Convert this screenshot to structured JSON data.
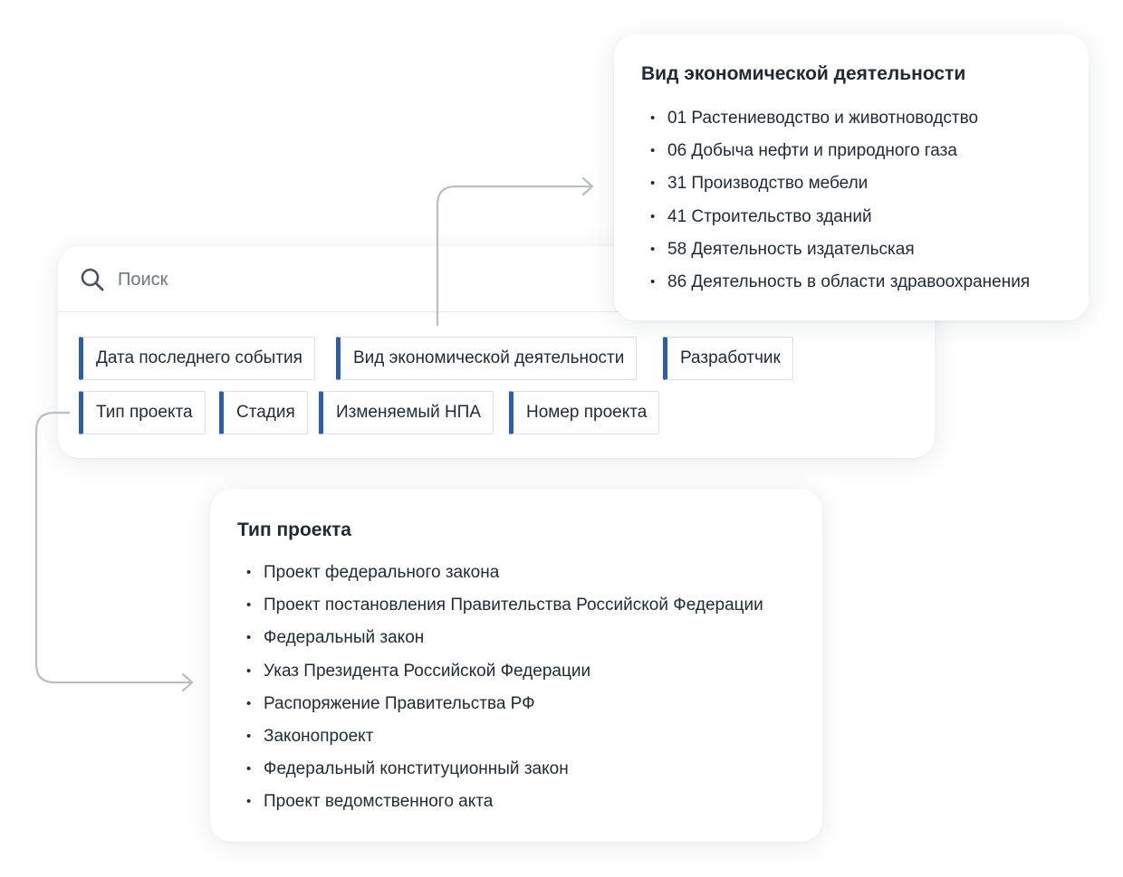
{
  "search": {
    "placeholder": "Поиск"
  },
  "filters": {
    "chips": [
      "Дата последнего события",
      "Вид экономической деятельности",
      "Разработчик",
      "Тип проекта",
      "Стадия",
      "Изменяемый НПА",
      "Номер проекта"
    ]
  },
  "economic_activity": {
    "title": "Вид экономической деятельности",
    "items": [
      "01 Растениеводство и животноводство",
      "06 Добыча нефти и природного газа",
      "31 Производство мебели",
      "41 Строительство зданий",
      "58 Деятельность издательская",
      "86 Деятельность в области здравоохранения"
    ]
  },
  "project_type": {
    "title": "Тип проекта",
    "items": [
      "Проект федерального закона",
      "Проект постановления Правительства Российской Федерации",
      "Федеральный закон",
      "Указ Президента Российской Федерации",
      "Распоряжение Правительства РФ",
      "Законопроект",
      "Федеральный конституционный закон",
      "Проект ведомственного акта"
    ]
  },
  "colors": {
    "chip_accent": "#2e5ea8",
    "connector": "#b9bec4",
    "text": "#1f2a36",
    "placeholder": "#6c7580"
  },
  "icons": {
    "search": "search-icon",
    "bullet": "bullet-icon",
    "arrow": "arrow-right-icon"
  }
}
